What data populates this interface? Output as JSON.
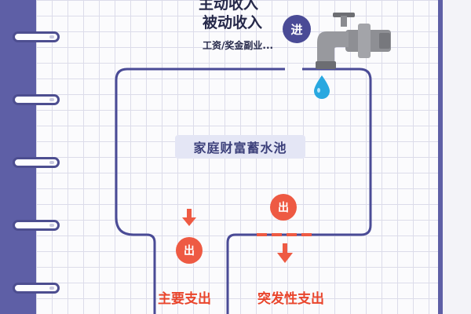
{
  "income": {
    "active_label": "主动收入",
    "passive_label": "被动收入",
    "note": "工资/奖金副业...",
    "badge": "进"
  },
  "pool": {
    "label": "家庭财富蓄水池"
  },
  "outflows": [
    {
      "badge": "出",
      "label": "主要支出"
    },
    {
      "badge": "出",
      "label": "突发性支出"
    }
  ],
  "colors": {
    "pipe": "#4a4b96",
    "accent": "#ee5a43",
    "water": "#29a8e0",
    "spiral": "#5e5fa6"
  },
  "icons": [
    "faucet-icon",
    "water-drop-icon",
    "down-arrow-icon",
    "down-arrow-icon"
  ]
}
